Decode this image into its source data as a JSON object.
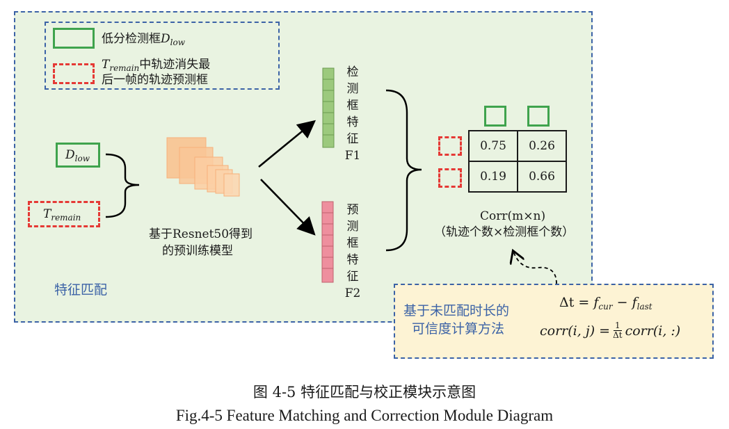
{
  "legend": {
    "low_box_label": "低分检测框",
    "low_box_var": "D",
    "low_box_sub": "low",
    "trk_var": "T",
    "trk_sub": "remain",
    "trk_line1": "中轨迹消失最",
    "trk_line2": "后一帧的轨迹预测框"
  },
  "inputs": {
    "d_var": "D",
    "d_sub": "low",
    "t_var": "T",
    "t_sub": "remain"
  },
  "model_label_line1": "基于Resnet50得到",
  "model_label_line2": "的预训练模型",
  "feature1_label": [
    "检",
    "测",
    "框",
    "特",
    "征",
    "F1"
  ],
  "feature2_label": [
    "预",
    "测",
    "框",
    "特",
    "征",
    "F2"
  ],
  "section_label": "特征匹配",
  "matrix": {
    "values": [
      [
        "0.75",
        "0.26"
      ],
      [
        "0.19",
        "0.66"
      ]
    ],
    "label_line1": "Corr(m×n)",
    "label_line2": "（轨迹个数×检测框个数）"
  },
  "bottom": {
    "text_line1": "基于未匹配时长的",
    "text_line2": "可信度计算方法",
    "eq1_lhs": "Δt = ",
    "eq1_f1": "f",
    "eq1_f1_sub": "cur",
    "eq1_minus": " − ",
    "eq1_f2": "f",
    "eq1_f2_sub": "last",
    "eq2_lhs": "corr(i, j) = ",
    "eq2_num": "1",
    "eq2_den": "Δt",
    "eq2_rhs": "corr(i, :)"
  },
  "caption_cn": "图 4-5  特征匹配与校正模块示意图",
  "caption_en": "Fig.4-5 Feature Matching and Correction Module Diagram",
  "colors": {
    "green_box": "#3fa34d",
    "red_box": "#e53935",
    "outer_border": "#3b62a6",
    "panel_bg": "#e9f3e1",
    "feature1_fill": "#9cc97d",
    "feature2_fill": "#ee8f9e",
    "model_fill": "#f9bf8c",
    "bottom_bg": "#fdf3d4"
  }
}
